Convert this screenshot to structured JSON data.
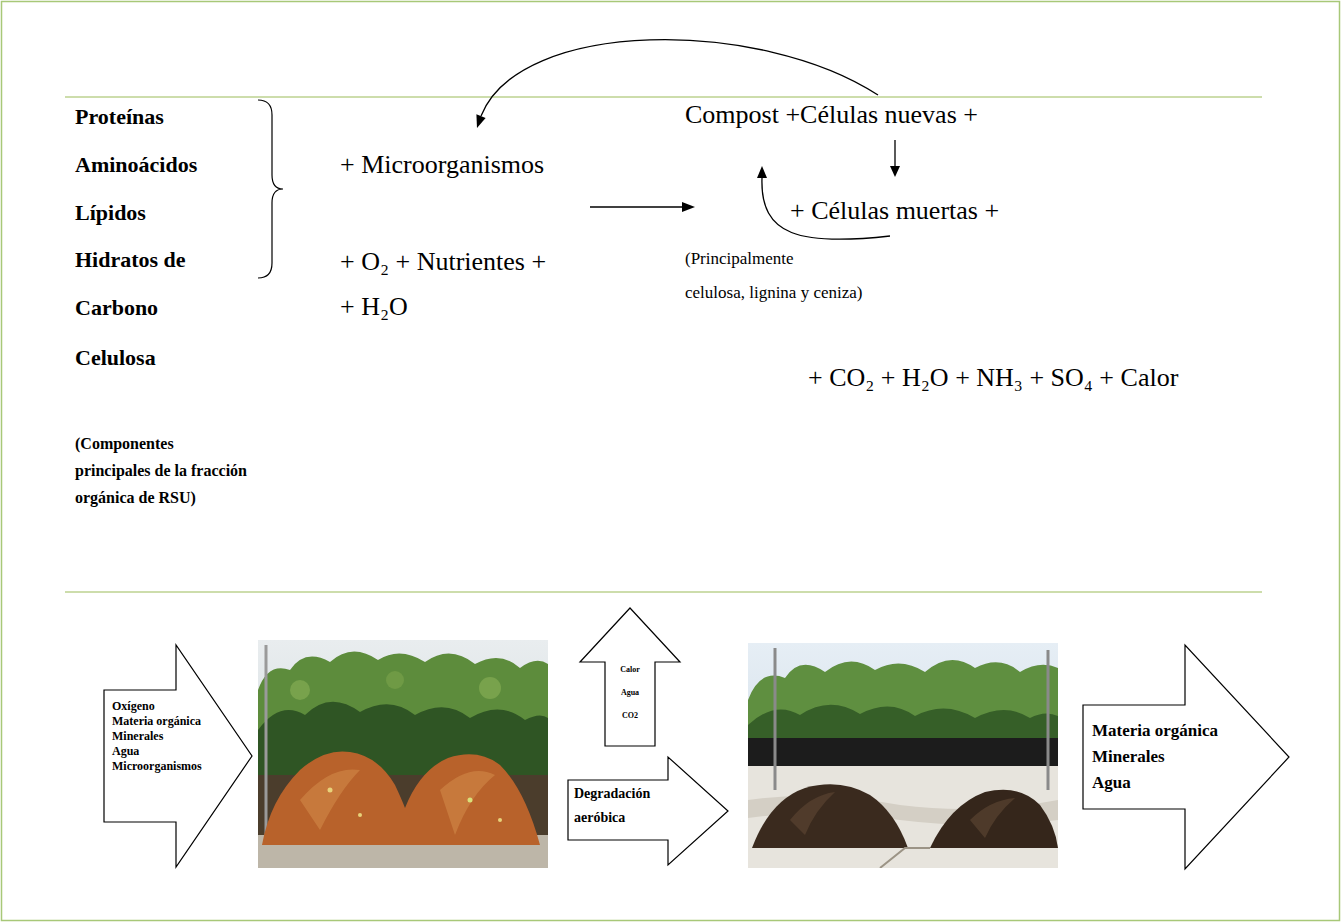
{
  "diagram": {
    "nodes": [
      {
        "text": [
          "Oxígeno Materia orgánica Minerales Agua Microorganismos"
        ]
      },
      {
        "text": [
          "Calor Agua CO2"
        ]
      },
      {
        "text": [
          "Degradación aeróbica"
        ]
      },
      {
        "text": [
          "Materia orgánica Minerales Agua"
        ]
      }
    ],
    "labels": [
      "Proteínas",
      "Aminoácidos",
      "Lípidos",
      "Hidratos de Carbono",
      "Celulosa",
      "(Componentes principales de la fracción orgánica de RSU)",
      "+ Microorganismos",
      "+ O₂ + Nutrientes +",
      "+ H₂O",
      "Compost +Células nuevas +",
      "+ Células muertas +",
      "(Principalmente celulosa, lignina y ceniza)",
      "+ CO₂ + H₂O + NH₃ + SO₄ + Calor"
    ]
  }
}
